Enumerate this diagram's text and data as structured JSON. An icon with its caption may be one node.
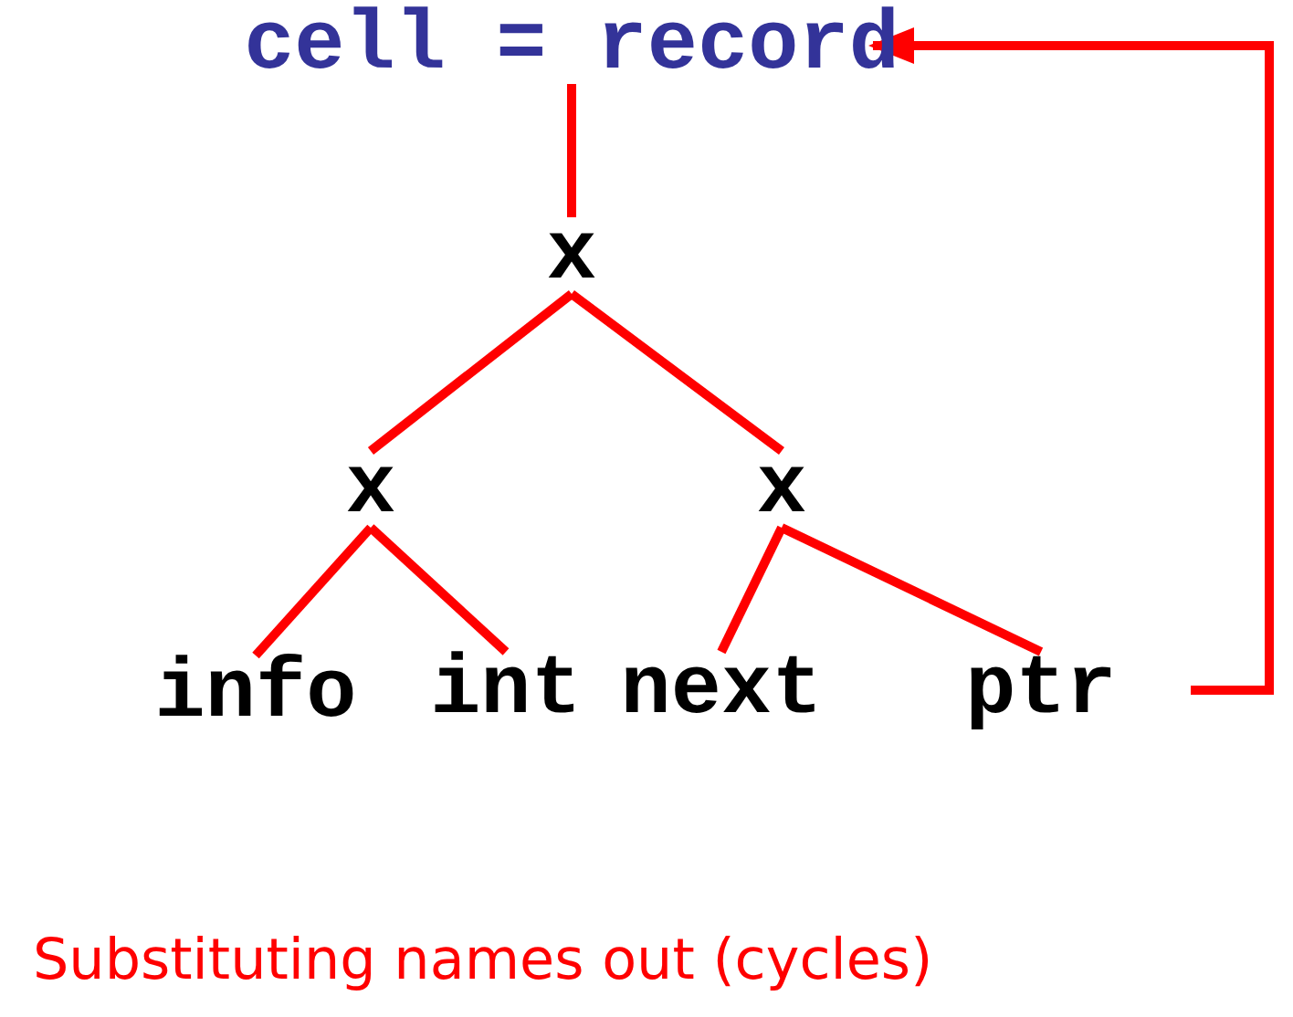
{
  "diagram": {
    "caption": "Substituting names out (cycles)",
    "nodes": [
      {
        "text": [
          "cell = record"
        ]
      },
      {
        "text": [
          "x"
        ]
      },
      {
        "text": [
          "x"
        ]
      },
      {
        "text": [
          "x"
        ]
      },
      {
        "text": [
          "info"
        ]
      },
      {
        "text": [
          "int"
        ]
      },
      {
        "text": [
          "next"
        ]
      },
      {
        "text": [
          "ptr"
        ]
      }
    ],
    "edges": [
      {
        "from": 0,
        "to": 1,
        "arrow": "none"
      },
      {
        "from": 1,
        "to": 2,
        "arrow": "none"
      },
      {
        "from": 1,
        "to": 3,
        "arrow": "none"
      },
      {
        "from": 2,
        "to": 4,
        "arrow": "none"
      },
      {
        "from": 2,
        "to": 5,
        "arrow": "none"
      },
      {
        "from": 3,
        "to": 6,
        "arrow": "none"
      },
      {
        "from": 3,
        "to": 7,
        "arrow": "none"
      },
      {
        "from": 7,
        "to": 0,
        "arrow": "to"
      }
    ]
  }
}
